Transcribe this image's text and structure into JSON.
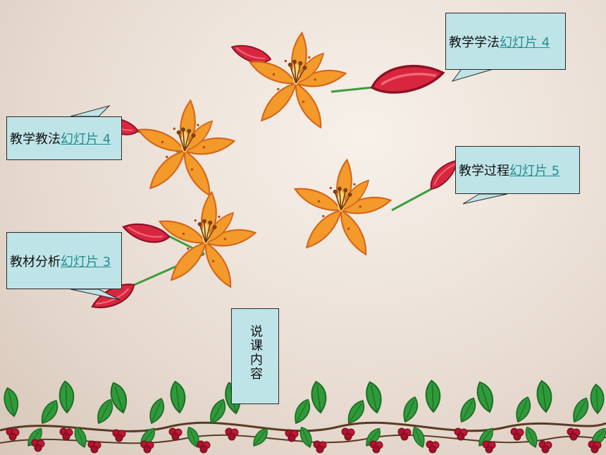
{
  "links": [
    {
      "label": "教学学法",
      "link": "幻灯片 4"
    },
    {
      "label": "教学教法",
      "link": "幻灯片 4"
    },
    {
      "label": "教学过程",
      "link": "幻灯片 5"
    },
    {
      "label": "教材分析",
      "link": "幻灯片 3"
    }
  ],
  "title_vertical": "说课内容",
  "colors": {
    "callout_fill": "#bfe4e8",
    "link": "#1f8f8f",
    "lily_orange": "#f39a2a",
    "bud_red": "#d9263f",
    "leaf_green": "#2f9a3a",
    "berry_red": "#b3122e"
  },
  "icons": [
    "lily-flower-icon",
    "red-bud-icon",
    "leaf-vine-border"
  ]
}
